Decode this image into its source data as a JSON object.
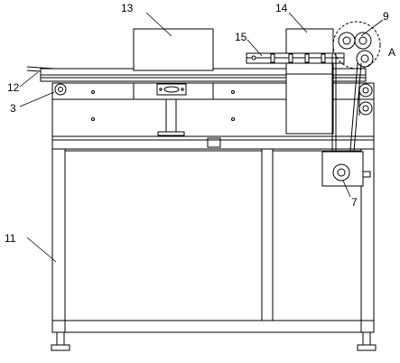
{
  "colors": {
    "line": "#000000",
    "background": "#ffffff",
    "shade": "#e6e6e6"
  },
  "labels": {
    "l13": "13",
    "l14": "14",
    "l9": "9",
    "l15": "15",
    "lA": "A",
    "l12": "12",
    "l3": "3",
    "l7": "7",
    "l11": "11"
  }
}
